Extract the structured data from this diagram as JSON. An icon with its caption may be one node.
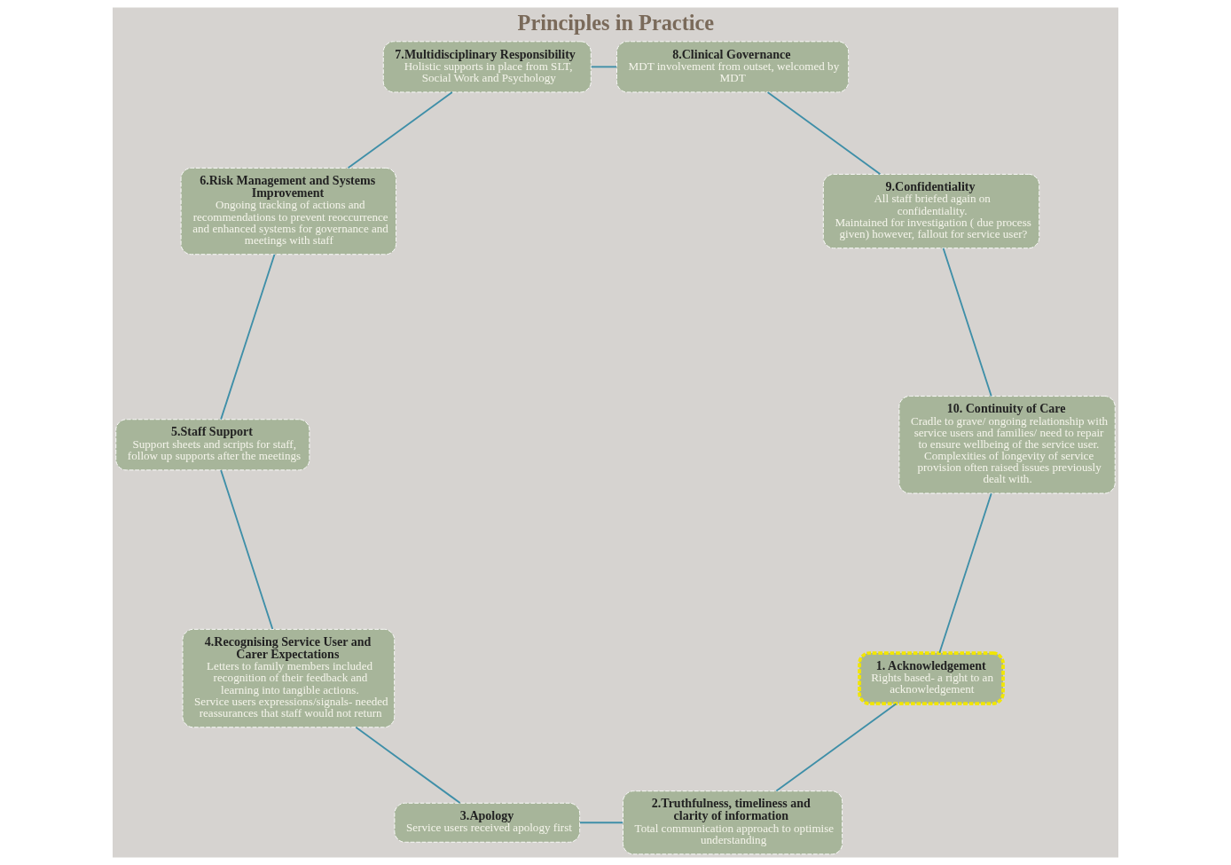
{
  "diagram": {
    "title": "Principles in Practice",
    "nodes": [
      {
        "text": [
          "1. Acknowledgement",
          "Rights based- a right to an acknowledgement"
        ]
      },
      {
        "text": [
          "2.Truthfulness, timeliness and clarity of information",
          "Total communication approach to optimise understanding"
        ]
      },
      {
        "text": [
          "3.Apology",
          "Service users received apology first"
        ]
      },
      {
        "text": [
          "4.Recognising Service User and Carer Expectations",
          "Letters to family members included recognition of their feedback and  learning into tangible actions.",
          "Service users expressions/signals- needed reassurances that staff would not return"
        ]
      },
      {
        "text": [
          "5.Staff Support",
          "Support sheets and scripts for staff, follow up supports after the meetings"
        ]
      },
      {
        "text": [
          "6.Risk Management and Systems Improvement",
          "Ongoing tracking of actions and recommendations to prevent reoccurrence and enhanced systems for governance and meetings with staff"
        ]
      },
      {
        "text": [
          "7.Multidisciplinary Responsibility",
          "Holistic supports in place from SLT, Social Work and Psychology"
        ]
      },
      {
        "text": [
          "8.Clinical Governance",
          "MDT involvement from outset, welcomed by MDT"
        ]
      },
      {
        "text": [
          "9.Confidentiality",
          "All staff briefed again on confidentiality.",
          "Maintained for investigation ( due process given) however, fallout for service user?"
        ]
      },
      {
        "text": [
          "10. Continuity of Care",
          "Cradle to grave/ ongoing relationship with service users and families/ need to repair to ensure wellbeing of the service user. Complexities of longevity of service provision often raised issues previously dealt with."
        ]
      }
    ],
    "edges": [
      {
        "from": 0,
        "to": 1,
        "arrow": "none"
      },
      {
        "from": 1,
        "to": 2,
        "arrow": "none"
      },
      {
        "from": 2,
        "to": 3,
        "arrow": "none"
      },
      {
        "from": 3,
        "to": 4,
        "arrow": "none"
      },
      {
        "from": 4,
        "to": 5,
        "arrow": "none"
      },
      {
        "from": 5,
        "to": 6,
        "arrow": "none"
      },
      {
        "from": 6,
        "to": 7,
        "arrow": "none"
      },
      {
        "from": 7,
        "to": 8,
        "arrow": "none"
      },
      {
        "from": 8,
        "to": 9,
        "arrow": "none"
      },
      {
        "from": 9,
        "to": 0,
        "arrow": "none"
      }
    ]
  }
}
